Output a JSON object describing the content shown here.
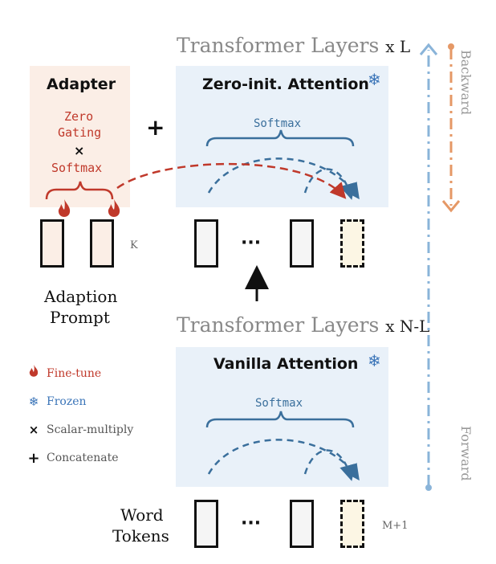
{
  "top_layers": {
    "text": "Transformer Layers",
    "mult": "x L"
  },
  "bottom_layers": {
    "text": "Transformer Layers",
    "mult": "x N-L"
  },
  "adapter": {
    "title": "Adapter",
    "line1": "Zero",
    "line2": "Gating",
    "times": "×",
    "line3": "Softmax"
  },
  "plus": "+",
  "zero_attention": {
    "title": "Zero-init. Attention",
    "softmax": "Softmax"
  },
  "vanilla_attention": {
    "title": "Vanilla Attention",
    "softmax": "Softmax"
  },
  "adaption_prompt": {
    "line1": "Adaption",
    "line2": "Prompt",
    "k": "K"
  },
  "ellipsis": "···",
  "word_tokens": {
    "line1": "Word",
    "line2": "Tokens",
    "m": "M+1"
  },
  "legend": [
    {
      "icon": "flame-icon",
      "symbol": "🔥",
      "label": "Fine-tune",
      "color": "#c0392b"
    },
    {
      "icon": "snowflake-icon",
      "symbol": "❄",
      "label": "Frozen",
      "color": "#3a74b8"
    },
    {
      "icon": "times-icon",
      "symbol": "×",
      "label": "Scalar-multiply",
      "color": "#333333"
    },
    {
      "icon": "plus-icon",
      "symbol": "+",
      "label": "Concatenate",
      "color": "#333333"
    }
  ],
  "backward": "Backward",
  "forward": "Forward",
  "colors": {
    "adapter_bg": "#fbeee6",
    "attention_bg": "#e9f1f9",
    "fine_tune": "#c0392b",
    "frozen": "#3a74b8",
    "backward_arrow": "#e59866",
    "forward_arrow": "#8ab4d9"
  }
}
